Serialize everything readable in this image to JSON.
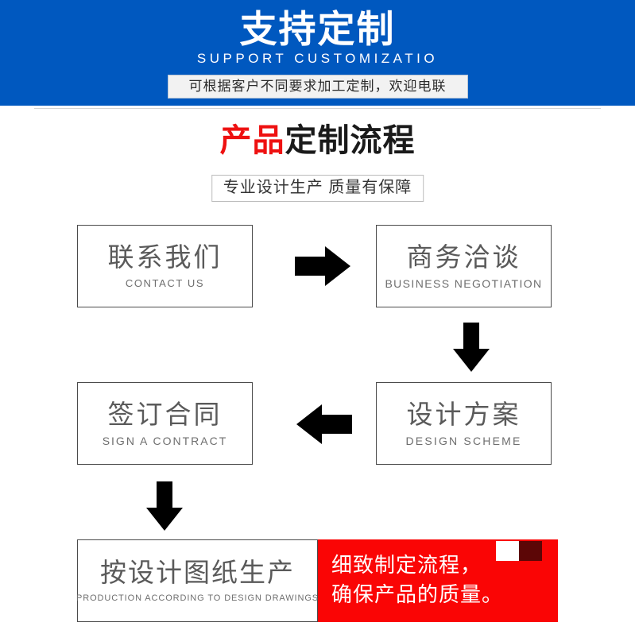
{
  "banner": {
    "title": "支持定制",
    "subtitle": "SUPPORT CUSTOMIZATIO",
    "tagline": "可根据客户不同要求加工定制，欢迎电联",
    "bg_color": "#0058bf",
    "tagline_bg_color": "#f2f2f2"
  },
  "section": {
    "title_accent": "产品",
    "title_rest": "定制流程",
    "subtitle": "专业设计生产 质量有保障",
    "accent_color": "#ee1111"
  },
  "flow": {
    "steps": [
      {
        "cn": "联系我们",
        "en": "CONTACT US"
      },
      {
        "cn": "商务洽谈",
        "en": "BUSINESS  NEGOTIATION"
      },
      {
        "cn": "设计方案",
        "en": "DESIGN  SCHEME"
      },
      {
        "cn": "签订合同",
        "en": "SIGN A CONTRACT"
      },
      {
        "cn": "按设计图纸生产",
        "en": "PRODUCTION  ACCORDING  TO  DESIGN  DRAWINGS"
      }
    ],
    "arrows": [
      {
        "name": "right-arrow",
        "direction": "right"
      },
      {
        "name": "down-arrow",
        "direction": "down"
      },
      {
        "name": "left-arrow",
        "direction": "left"
      },
      {
        "name": "down-arrow",
        "direction": "down"
      }
    ]
  },
  "quality": {
    "line1": "细致制定流程，",
    "line2": "确保产品的质量。",
    "bg_color": "#fa0505",
    "deco_white": "#ffffff",
    "deco_dark": "#5c0606"
  }
}
